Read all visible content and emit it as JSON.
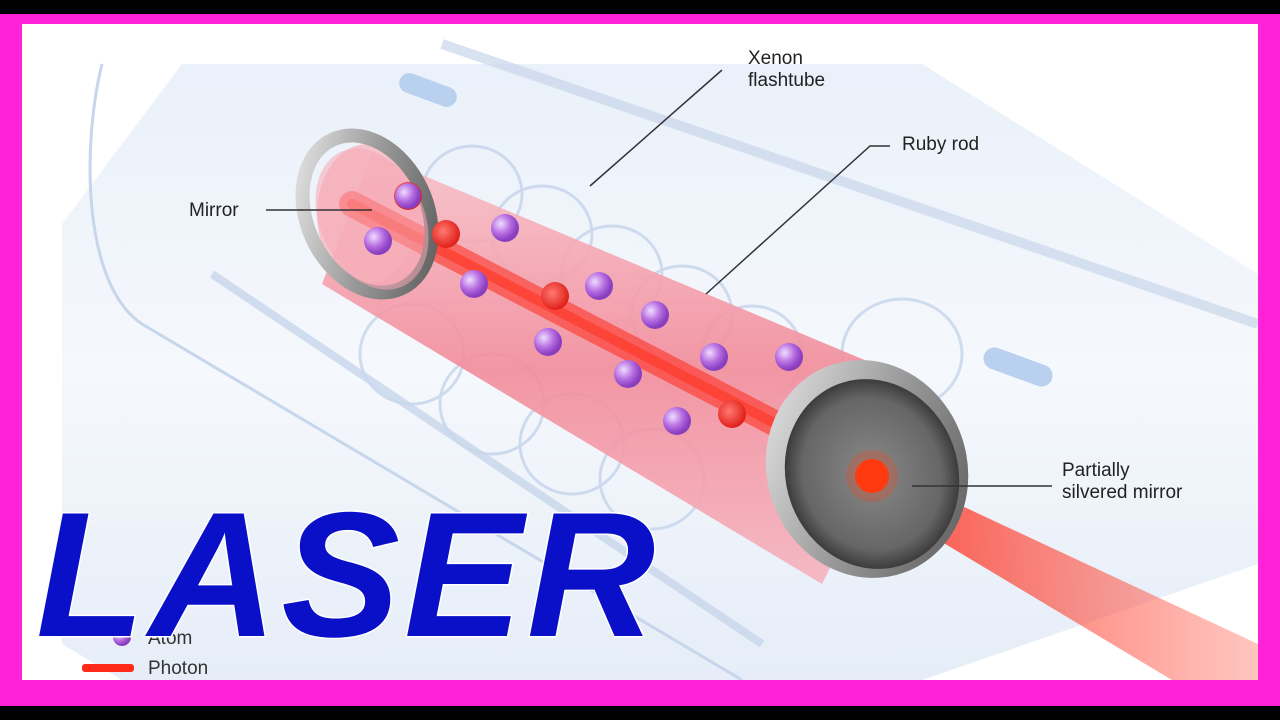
{
  "title": "LASER",
  "labels": {
    "xenon": [
      "Xenon",
      "flashtube"
    ],
    "ruby": "Ruby rod",
    "mirror": "Mirror",
    "partial": [
      "Partially",
      "silvered mirror"
    ]
  },
  "legend": {
    "atom": "Atom",
    "photon": "Photon"
  },
  "colors": {
    "frame": "#ff22d6",
    "title": "#0a10c8",
    "atom": "#b46be0",
    "beam": "#ff2a1a",
    "rod": "#f7a9b2"
  }
}
